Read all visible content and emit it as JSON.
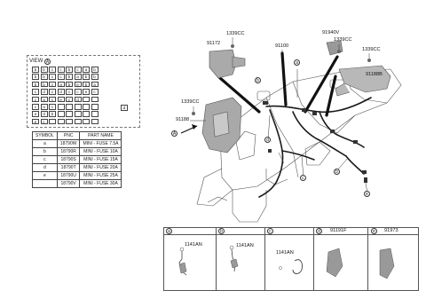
{
  "view": {
    "title": "VIEW",
    "marker": "A"
  },
  "fuse_grid": [
    [
      "b",
      "b",
      "c",
      "c",
      "b",
      "c",
      "a",
      "b"
    ],
    [
      "b",
      "b",
      "c",
      "c",
      "b",
      "a",
      "b",
      "b"
    ],
    [
      "b",
      "b",
      "c",
      "a",
      "b",
      "e",
      "b",
      "a"
    ],
    [
      "c",
      "d",
      "c",
      "d",
      "c",
      "c",
      "e",
      "c"
    ],
    [
      "c",
      "a",
      "c",
      "e",
      "c",
      "d",
      "",
      ""
    ],
    [
      "c",
      "a",
      "c",
      "",
      "",
      "",
      "",
      ""
    ],
    [
      "e",
      "d",
      "b",
      "",
      "",
      "",
      "",
      ""
    ],
    [
      "e",
      "c",
      "",
      "",
      "",
      "",
      "",
      ""
    ]
  ],
  "fuse_extra": "d",
  "legend": {
    "headers": [
      "SYMBOL",
      "PNC",
      "PART NAME"
    ],
    "rows": [
      [
        "a",
        "18790W",
        "MINI - FUSE 7.5A"
      ],
      [
        "b",
        "18790R",
        "MINI - FUSE 10A"
      ],
      [
        "c",
        "18790S",
        "MINI - FUSE 15A"
      ],
      [
        "d",
        "18790T",
        "MINI - FUSE 20A"
      ],
      [
        "e",
        "18790U",
        "MINI - FUSE 25A"
      ],
      [
        "",
        "18790V",
        "MINI - FUSE 30A"
      ]
    ]
  },
  "parts": {
    "p1339cc_left": "1339CC",
    "p91188_left": "91188",
    "p91172": "91172",
    "p1339cc_top": "1339CC",
    "p91100": "91100",
    "p91940v": "91940V",
    "p1339cc_right": "1339CC",
    "p1339cc_far_right": "1339CC",
    "p91188b": "91188B",
    "view_arrow": "A"
  },
  "callouts": [
    "a",
    "b",
    "c",
    "d",
    "e"
  ],
  "bottom": {
    "a": {
      "letter": "a",
      "part": "1141AN"
    },
    "b": {
      "letter": "b",
      "part": "1141AN"
    },
    "c": {
      "letter": "c",
      "part": "1141AN"
    },
    "d": {
      "letter": "d",
      "part": "91191F"
    },
    "e": {
      "letter": "e",
      "part": "91973"
    }
  }
}
